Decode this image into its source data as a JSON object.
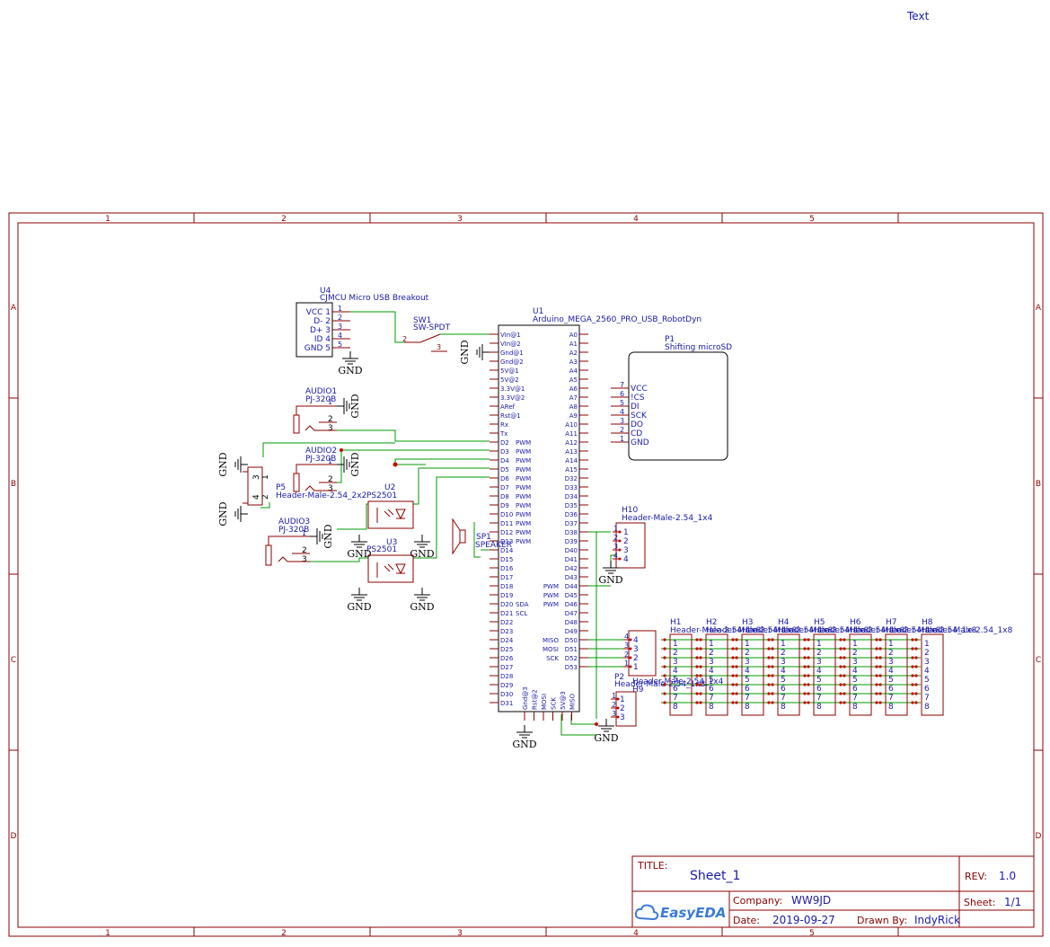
{
  "canvas_text": "Text",
  "frame": {
    "columns": [
      "1",
      "2",
      "3",
      "4",
      "5"
    ],
    "rows": [
      "A",
      "B",
      "C",
      "D"
    ]
  },
  "colors": {
    "frame": "#8b0000",
    "wire": "#009900",
    "pin": "#8b0000",
    "label": "#1a1aa8",
    "net": "#000000"
  },
  "title_block": {
    "title_label": "TITLE:",
    "title": "Sheet_1",
    "rev_label": "REV:",
    "rev": "1.0",
    "company_label": "Company:",
    "company": "WW9JD",
    "sheet_label": "Sheet:",
    "sheet": "1/1",
    "date_label": "Date:",
    "date": "2019-09-27",
    "drawn_label": "Drawn By:",
    "drawn_by": "IndyRick",
    "logo": "EasyEDA"
  },
  "gnd": "GND",
  "u4": {
    "ref": "U4",
    "name": "CJMCU Micro USB Breakout",
    "pins": [
      "VCC 1",
      "D- 2",
      "D+ 3",
      "ID 4",
      "GND 5"
    ],
    "nums": [
      "1",
      "2",
      "3",
      "4",
      "5"
    ]
  },
  "sw1": {
    "ref": "SW1",
    "name": "SW-SPDT",
    "p2": "2",
    "p3": "3"
  },
  "u1": {
    "ref": "U1",
    "name": "Arduino_MEGA_2560_PRO_USB_RobotDyn",
    "left_pins": [
      "VIn@1",
      "VIn@2",
      "Gnd@1",
      "Gnd@2",
      "5V@1",
      "5V@2",
      "3.3V@1",
      "3.3V@2",
      "ARef",
      "Rst@1",
      "Rx",
      "Tx",
      "D2",
      "D3",
      "D4",
      "D5",
      "D6",
      "D7",
      "D8",
      "D9",
      "D10",
      "D11",
      "D12",
      "D13",
      "D14",
      "D15",
      "D16",
      "D17",
      "D18",
      "D19",
      "D20",
      "D21",
      "D22",
      "D23",
      "D24",
      "D25",
      "D26",
      "D27",
      "D28",
      "D29",
      "D30",
      "D31"
    ],
    "right_pins": [
      "A0",
      "A1",
      "A2",
      "A3",
      "A4",
      "A5",
      "A6",
      "A7",
      "A8",
      "A9",
      "A10",
      "A11",
      "A12",
      "A13",
      "A14",
      "A15",
      "D32",
      "D33",
      "D34",
      "D35",
      "D36",
      "D37",
      "D38",
      "D39",
      "D40",
      "D41",
      "D42",
      "D43",
      "D44",
      "D45",
      "D46",
      "D47",
      "D48",
      "D49",
      "D50",
      "D51",
      "D52",
      "D53"
    ],
    "left_notes": {
      "12": "PWM",
      "13": "PWM",
      "14": "PWM",
      "15": "PWM",
      "16": "PWM",
      "17": "PWM",
      "18": "PWM",
      "19": "PWM",
      "20": "PWM",
      "21": "PWM",
      "22": "PWM",
      "23": "PWM",
      "30": "SDA",
      "31": "SCL"
    },
    "right_notes": {
      "28": "PWM",
      "29": "PWM",
      "30": "PWM",
      "34": "MISO",
      "35": "MOSI",
      "36": "SCK"
    },
    "bottom_pins": [
      "Gnd@3",
      "Rst@2",
      "MOSI",
      "SCK",
      "5V@3",
      "MISO"
    ]
  },
  "p1": {
    "ref": "P1",
    "name": "Shifting microSD",
    "pins": [
      "VCC",
      "!CS",
      "DI",
      "SCK",
      "DO",
      "CD",
      "GND"
    ],
    "nums": [
      "7",
      "6",
      "5",
      "4",
      "3",
      "2",
      "1"
    ]
  },
  "audio1": {
    "ref": "AUDIO1",
    "name": "PJ-320B",
    "p1": "1",
    "p2": "2",
    "p3": "3"
  },
  "audio2": {
    "ref": "AUDIO2",
    "name": "PJ-320B",
    "p1": "1",
    "p2": "2",
    "p3": "3"
  },
  "audio3": {
    "ref": "AUDIO3",
    "name": "PJ-320B",
    "p1": "1",
    "p2": "2",
    "p3": "3"
  },
  "p5": {
    "ref": "P5",
    "name": "Header-Male-2.54_2x2",
    "pins": [
      "3",
      "1",
      "4",
      "2"
    ]
  },
  "u2": {
    "ref": "U2",
    "name": "PS2501"
  },
  "u3": {
    "ref": "U3",
    "name": "PS2501"
  },
  "sp1": {
    "ref": "SP1",
    "name": "SPEAKER"
  },
  "h10": {
    "ref": "H10",
    "name": "Header-Male-2.54_1x4",
    "nums": [
      "1",
      "2",
      "3",
      "4"
    ]
  },
  "h9": {
    "ref": "H9",
    "name": "Header-Male-2.54_1x4",
    "nums": [
      "4",
      "3",
      "2",
      "1"
    ]
  },
  "p2": {
    "ref": "P2",
    "name": "Header-Male-2.54_1x3",
    "nums": [
      "1",
      "2",
      "3"
    ]
  },
  "headers": {
    "refs": [
      "H1",
      "H2",
      "H3",
      "H4",
      "H5",
      "H6",
      "H7",
      "H8"
    ],
    "name": "Header-Male-2.54_1x8",
    "nums": [
      "1",
      "2",
      "3",
      "4",
      "5",
      "6",
      "7",
      "8"
    ]
  }
}
